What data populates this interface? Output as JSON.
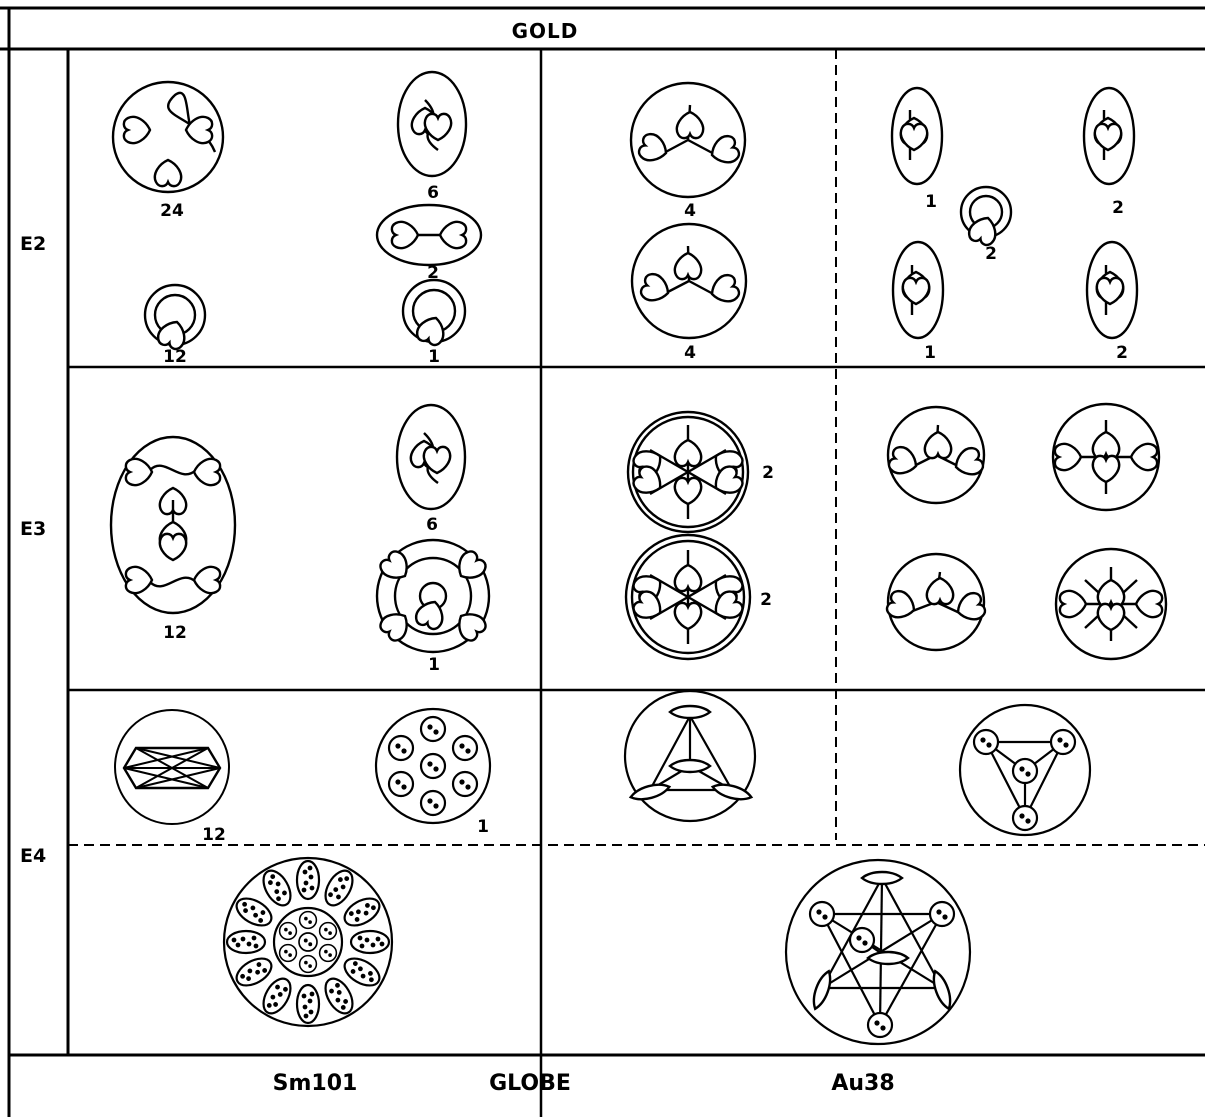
{
  "title": "GOLD",
  "rows": [
    "E2",
    "E3",
    "E4"
  ],
  "footer": {
    "left": "Sm101",
    "center": "GLOBE",
    "right": "Au38"
  },
  "multiplicities": {
    "e2_a": "24",
    "e2_b": "6",
    "e2_c": "2",
    "e2_d": "12",
    "e2_e": "1",
    "e2_f": "4",
    "e2_g": "4",
    "e2_h": "1",
    "e2_i": "2",
    "e2_j": "2",
    "e2_k": "1",
    "e2_l": "2",
    "e3_a": "12",
    "e3_b": "6",
    "e3_c": "1",
    "e3_d": "2",
    "e3_e": "2",
    "e4_a": "12",
    "e4_b": "1"
  },
  "colors": {
    "ink": "#000000",
    "paper": "#ffffff"
  }
}
